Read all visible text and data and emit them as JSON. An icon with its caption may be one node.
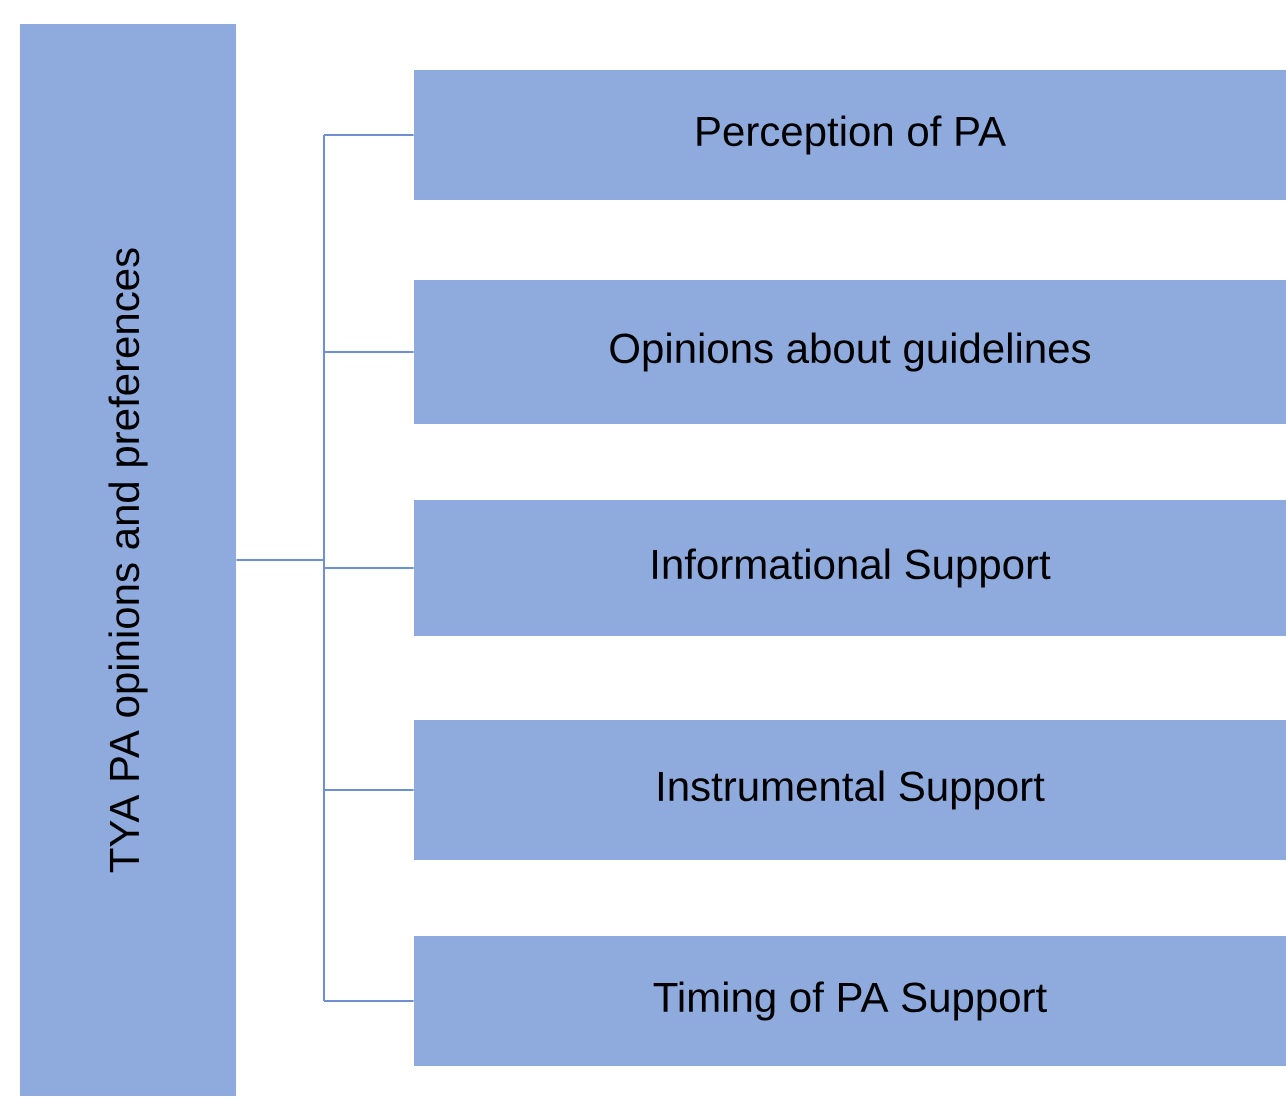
{
  "diagram": {
    "nodes": [
      {
        "text": [
          "TYA PA opinions and preferences"
        ]
      },
      {
        "text": [
          "Perception of PA"
        ]
      },
      {
        "text": [
          "Opinions about guidelines"
        ]
      },
      {
        "text": [
          "Informational Support"
        ]
      },
      {
        "text": [
          "Instrumental Support"
        ]
      },
      {
        "text": [
          "Timing of PA Support"
        ]
      }
    ],
    "edges": [
      {
        "from": 0,
        "to": 1,
        "arrow": "none"
      },
      {
        "from": 0,
        "to": 2,
        "arrow": "none"
      },
      {
        "from": 0,
        "to": 3,
        "arrow": "none"
      },
      {
        "from": 0,
        "to": 4,
        "arrow": "none"
      },
      {
        "from": 0,
        "to": 5,
        "arrow": "none"
      }
    ]
  }
}
